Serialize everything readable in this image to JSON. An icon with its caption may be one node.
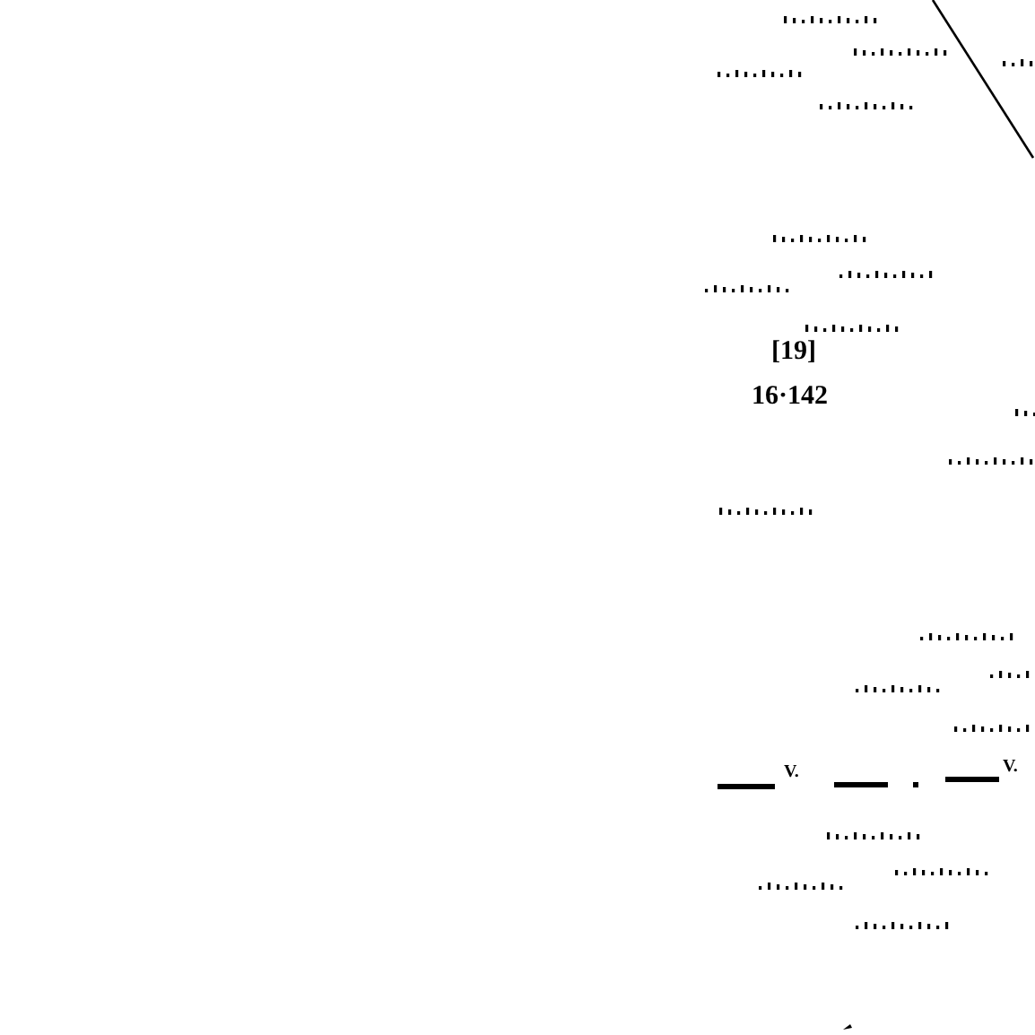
{
  "diagram": {
    "labels": [
      "[19]",
      "16·142",
      "V.",
      "V."
    ]
  }
}
